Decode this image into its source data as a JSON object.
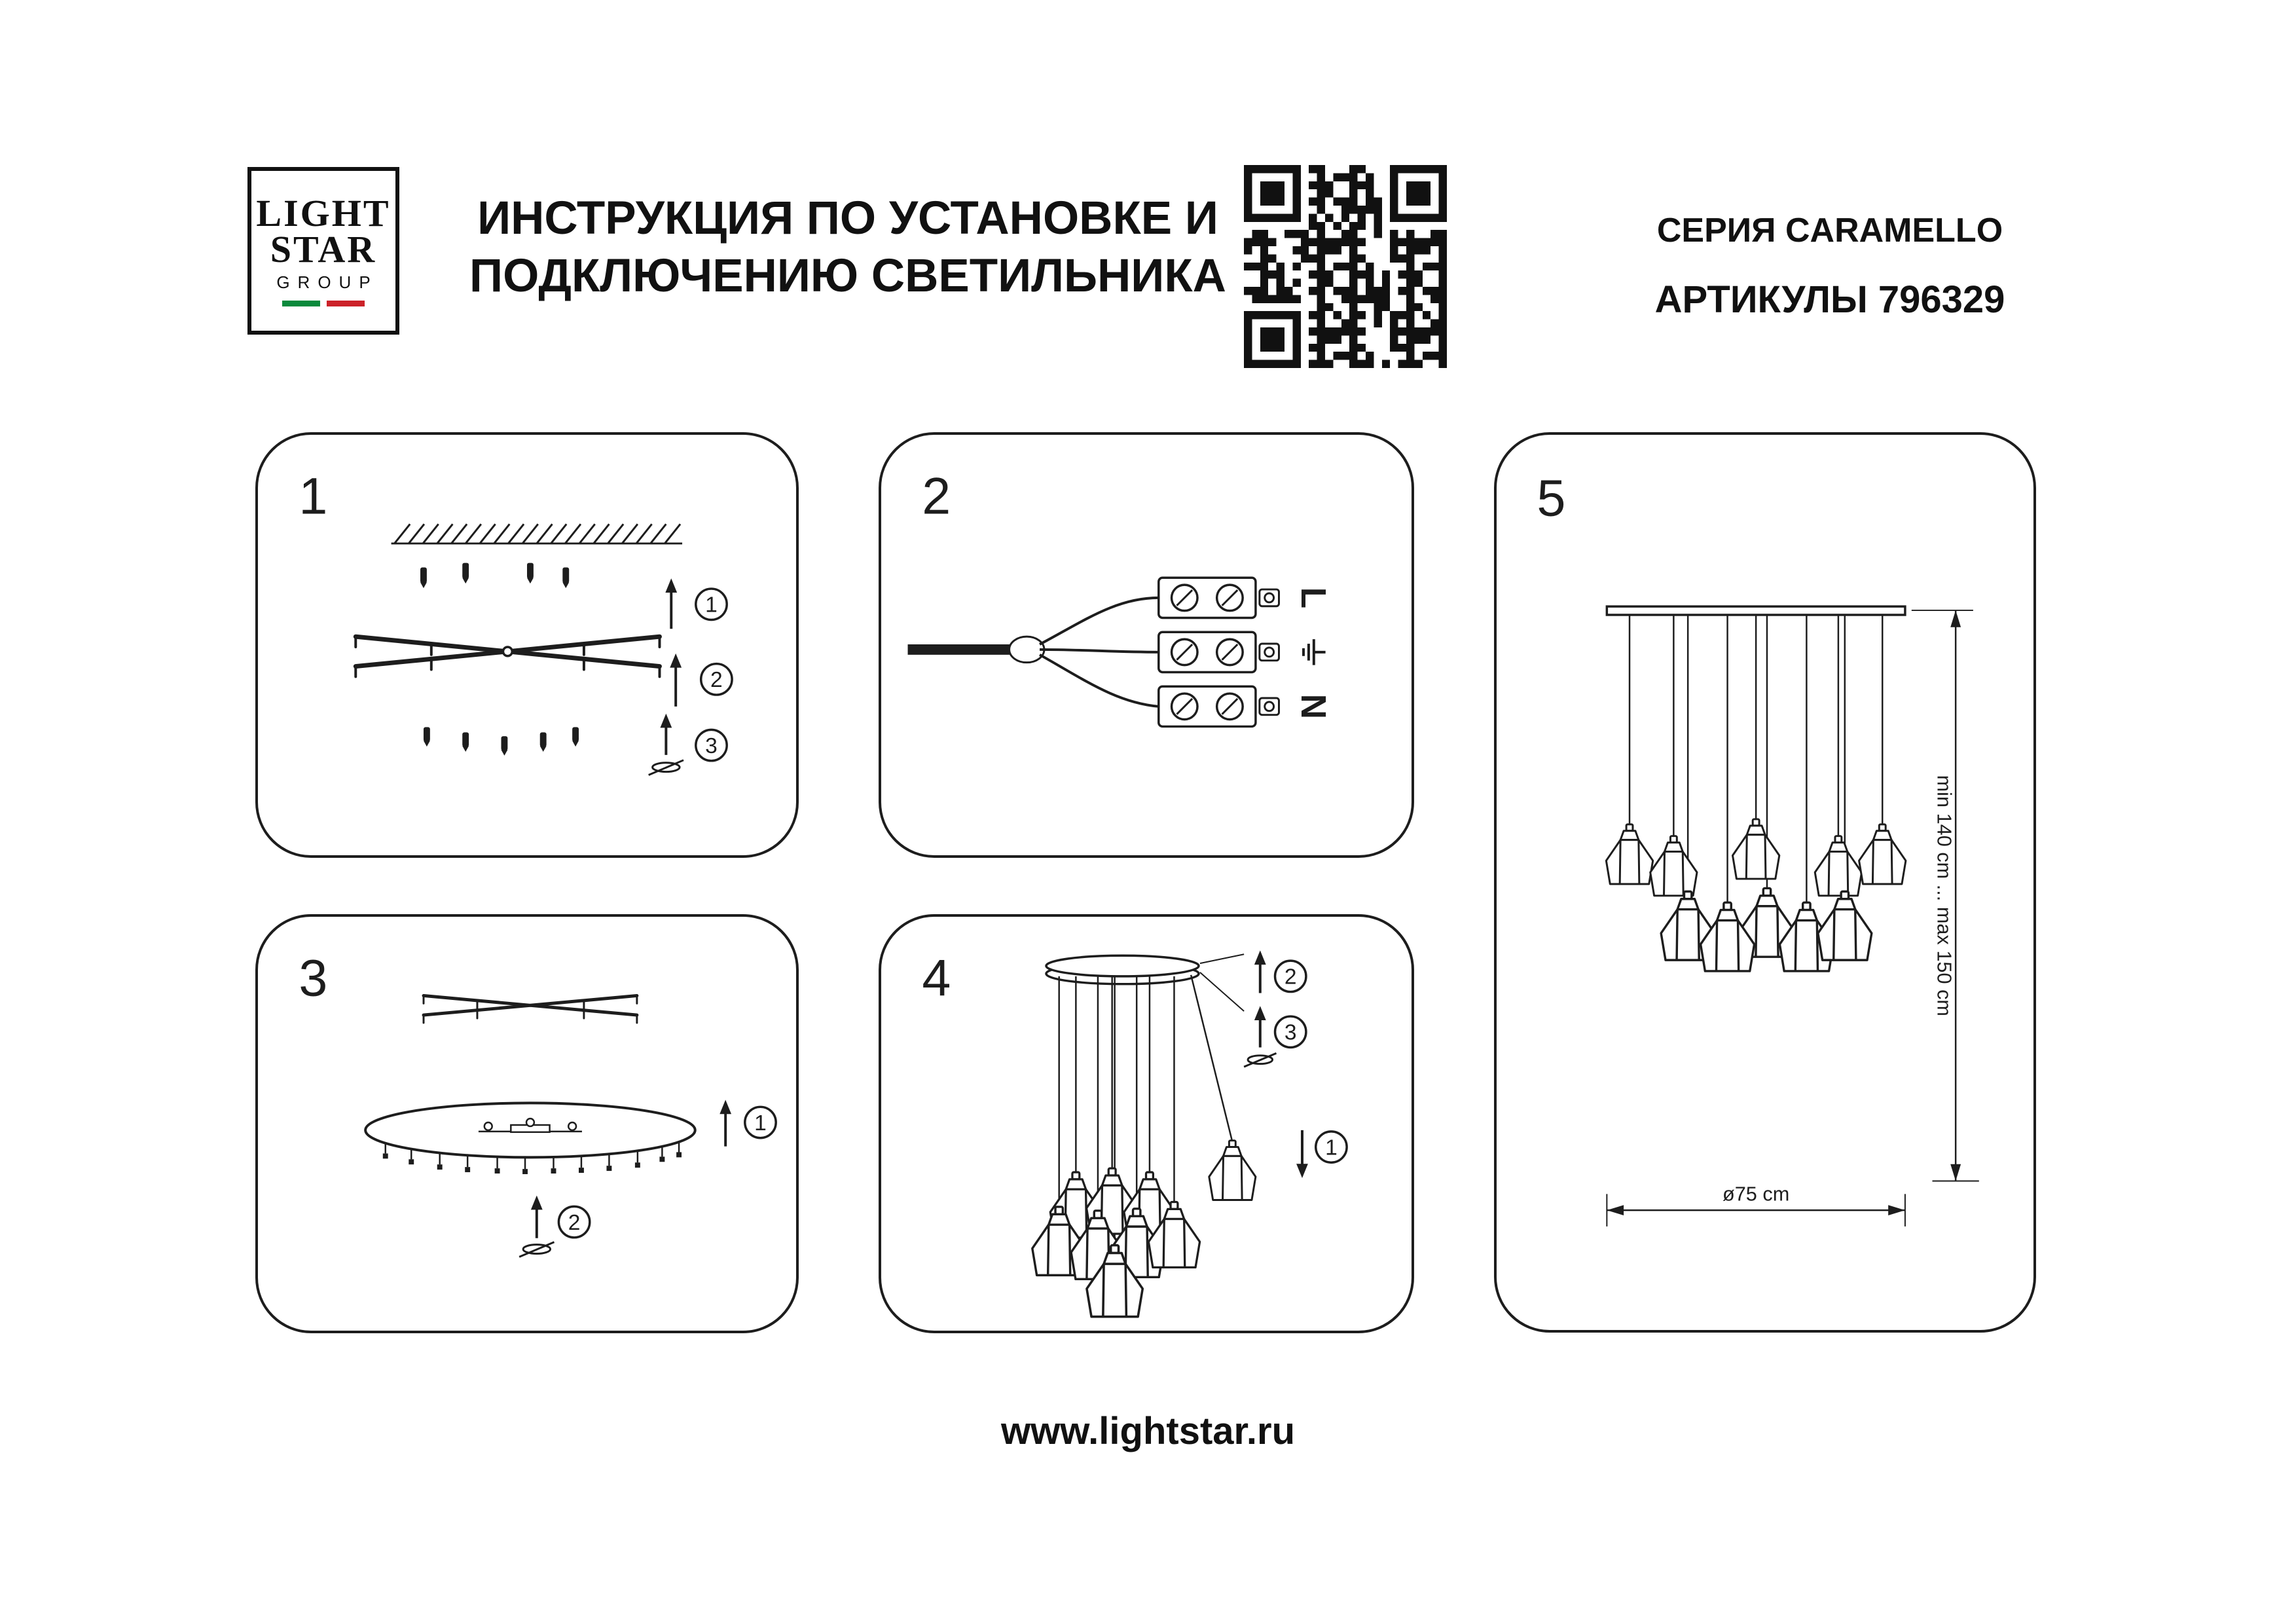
{
  "header": {
    "logo": {
      "line1": "LIGHT",
      "line2": "STAR",
      "line3": "GROUP"
    },
    "logo_colors": {
      "green": "#0a8a3c",
      "red": "#cc2229"
    },
    "title_line1": "ИНСТРУКЦИЯ ПО УСТАНОВКЕ И",
    "title_line2": "ПОДКЛЮЧЕНИЮ СВЕТИЛЬНИКА",
    "series": "СЕРИЯ CARAMELLO",
    "articles": "АРТИКУЛЫ 796329"
  },
  "panels": {
    "p1": {
      "num": "1",
      "step1": "1",
      "step2": "2",
      "step3": "3"
    },
    "p2": {
      "num": "2",
      "terminal_l": "L",
      "terminal_n": "N"
    },
    "p3": {
      "num": "3",
      "step1": "1",
      "step2": "2"
    },
    "p4": {
      "num": "4",
      "step1": "1",
      "step2": "2",
      "step3": "3"
    },
    "p5": {
      "num": "5",
      "dim_height": "min 140 cm ... max 150 cm",
      "dim_diameter": "ø75 cm"
    }
  },
  "footer": {
    "website": "www.lightstar.ru"
  }
}
